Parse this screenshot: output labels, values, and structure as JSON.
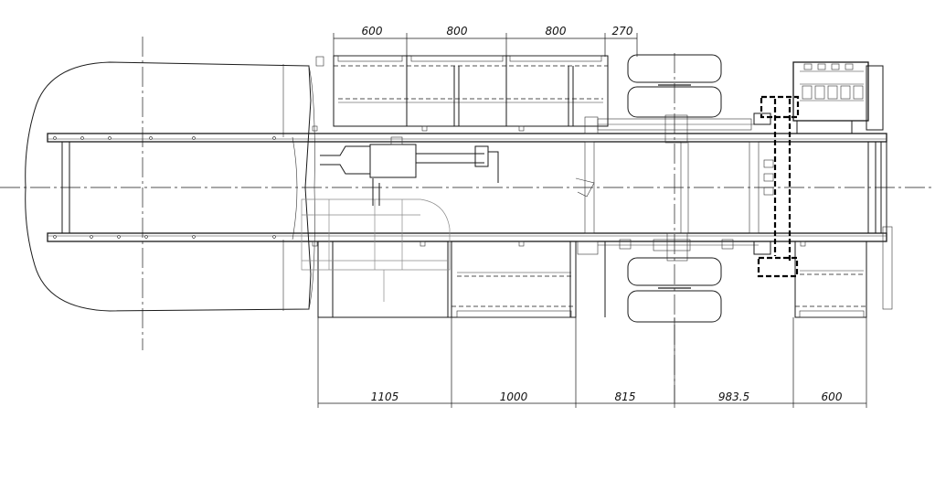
{
  "dimensions": {
    "top": [
      "600",
      "800",
      "800",
      "270"
    ],
    "bottom": [
      "1105",
      "1000",
      "815",
      "983.5",
      "600"
    ]
  }
}
